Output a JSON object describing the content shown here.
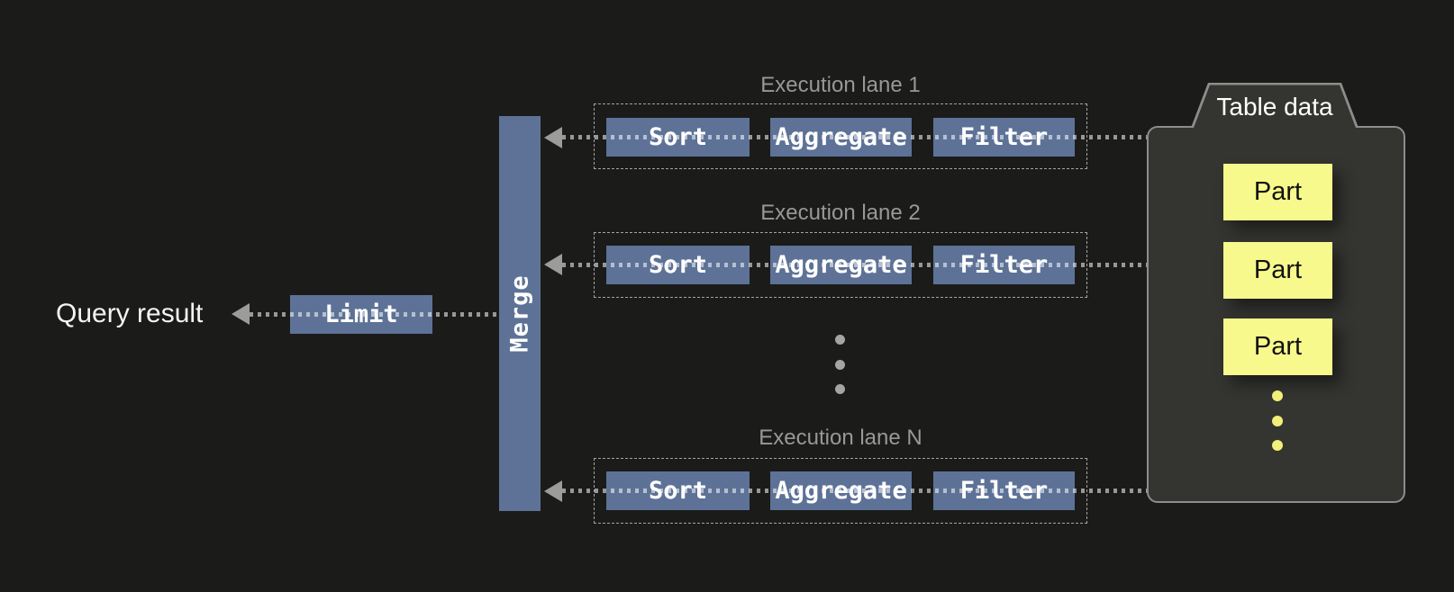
{
  "diagram": {
    "query_result_label": "Query result",
    "limit_label": "Limit",
    "merge_label": "Merge",
    "lanes": [
      {
        "title": "Execution lane 1",
        "operators": [
          "Sort",
          "Aggregate",
          "Filter"
        ]
      },
      {
        "title": "Execution lane 2",
        "operators": [
          "Sort",
          "Aggregate",
          "Filter"
        ]
      },
      {
        "title": "Execution lane N",
        "operators": [
          "Sort",
          "Aggregate",
          "Filter"
        ]
      }
    ],
    "table_data": {
      "title": "Table data",
      "parts": [
        "Part",
        "Part",
        "Part"
      ]
    },
    "colors": {
      "background": "#1b1b1a",
      "operator_box": "#5d7296",
      "part_box": "#f8f98c",
      "container_fill": "#343431",
      "container_border": "#8d8d8d",
      "arrow": "#9c9c9c",
      "lane_label": "#989898",
      "ellipsis_gray": "#a5a5a5",
      "ellipsis_yellow": "#f0f07a"
    }
  }
}
